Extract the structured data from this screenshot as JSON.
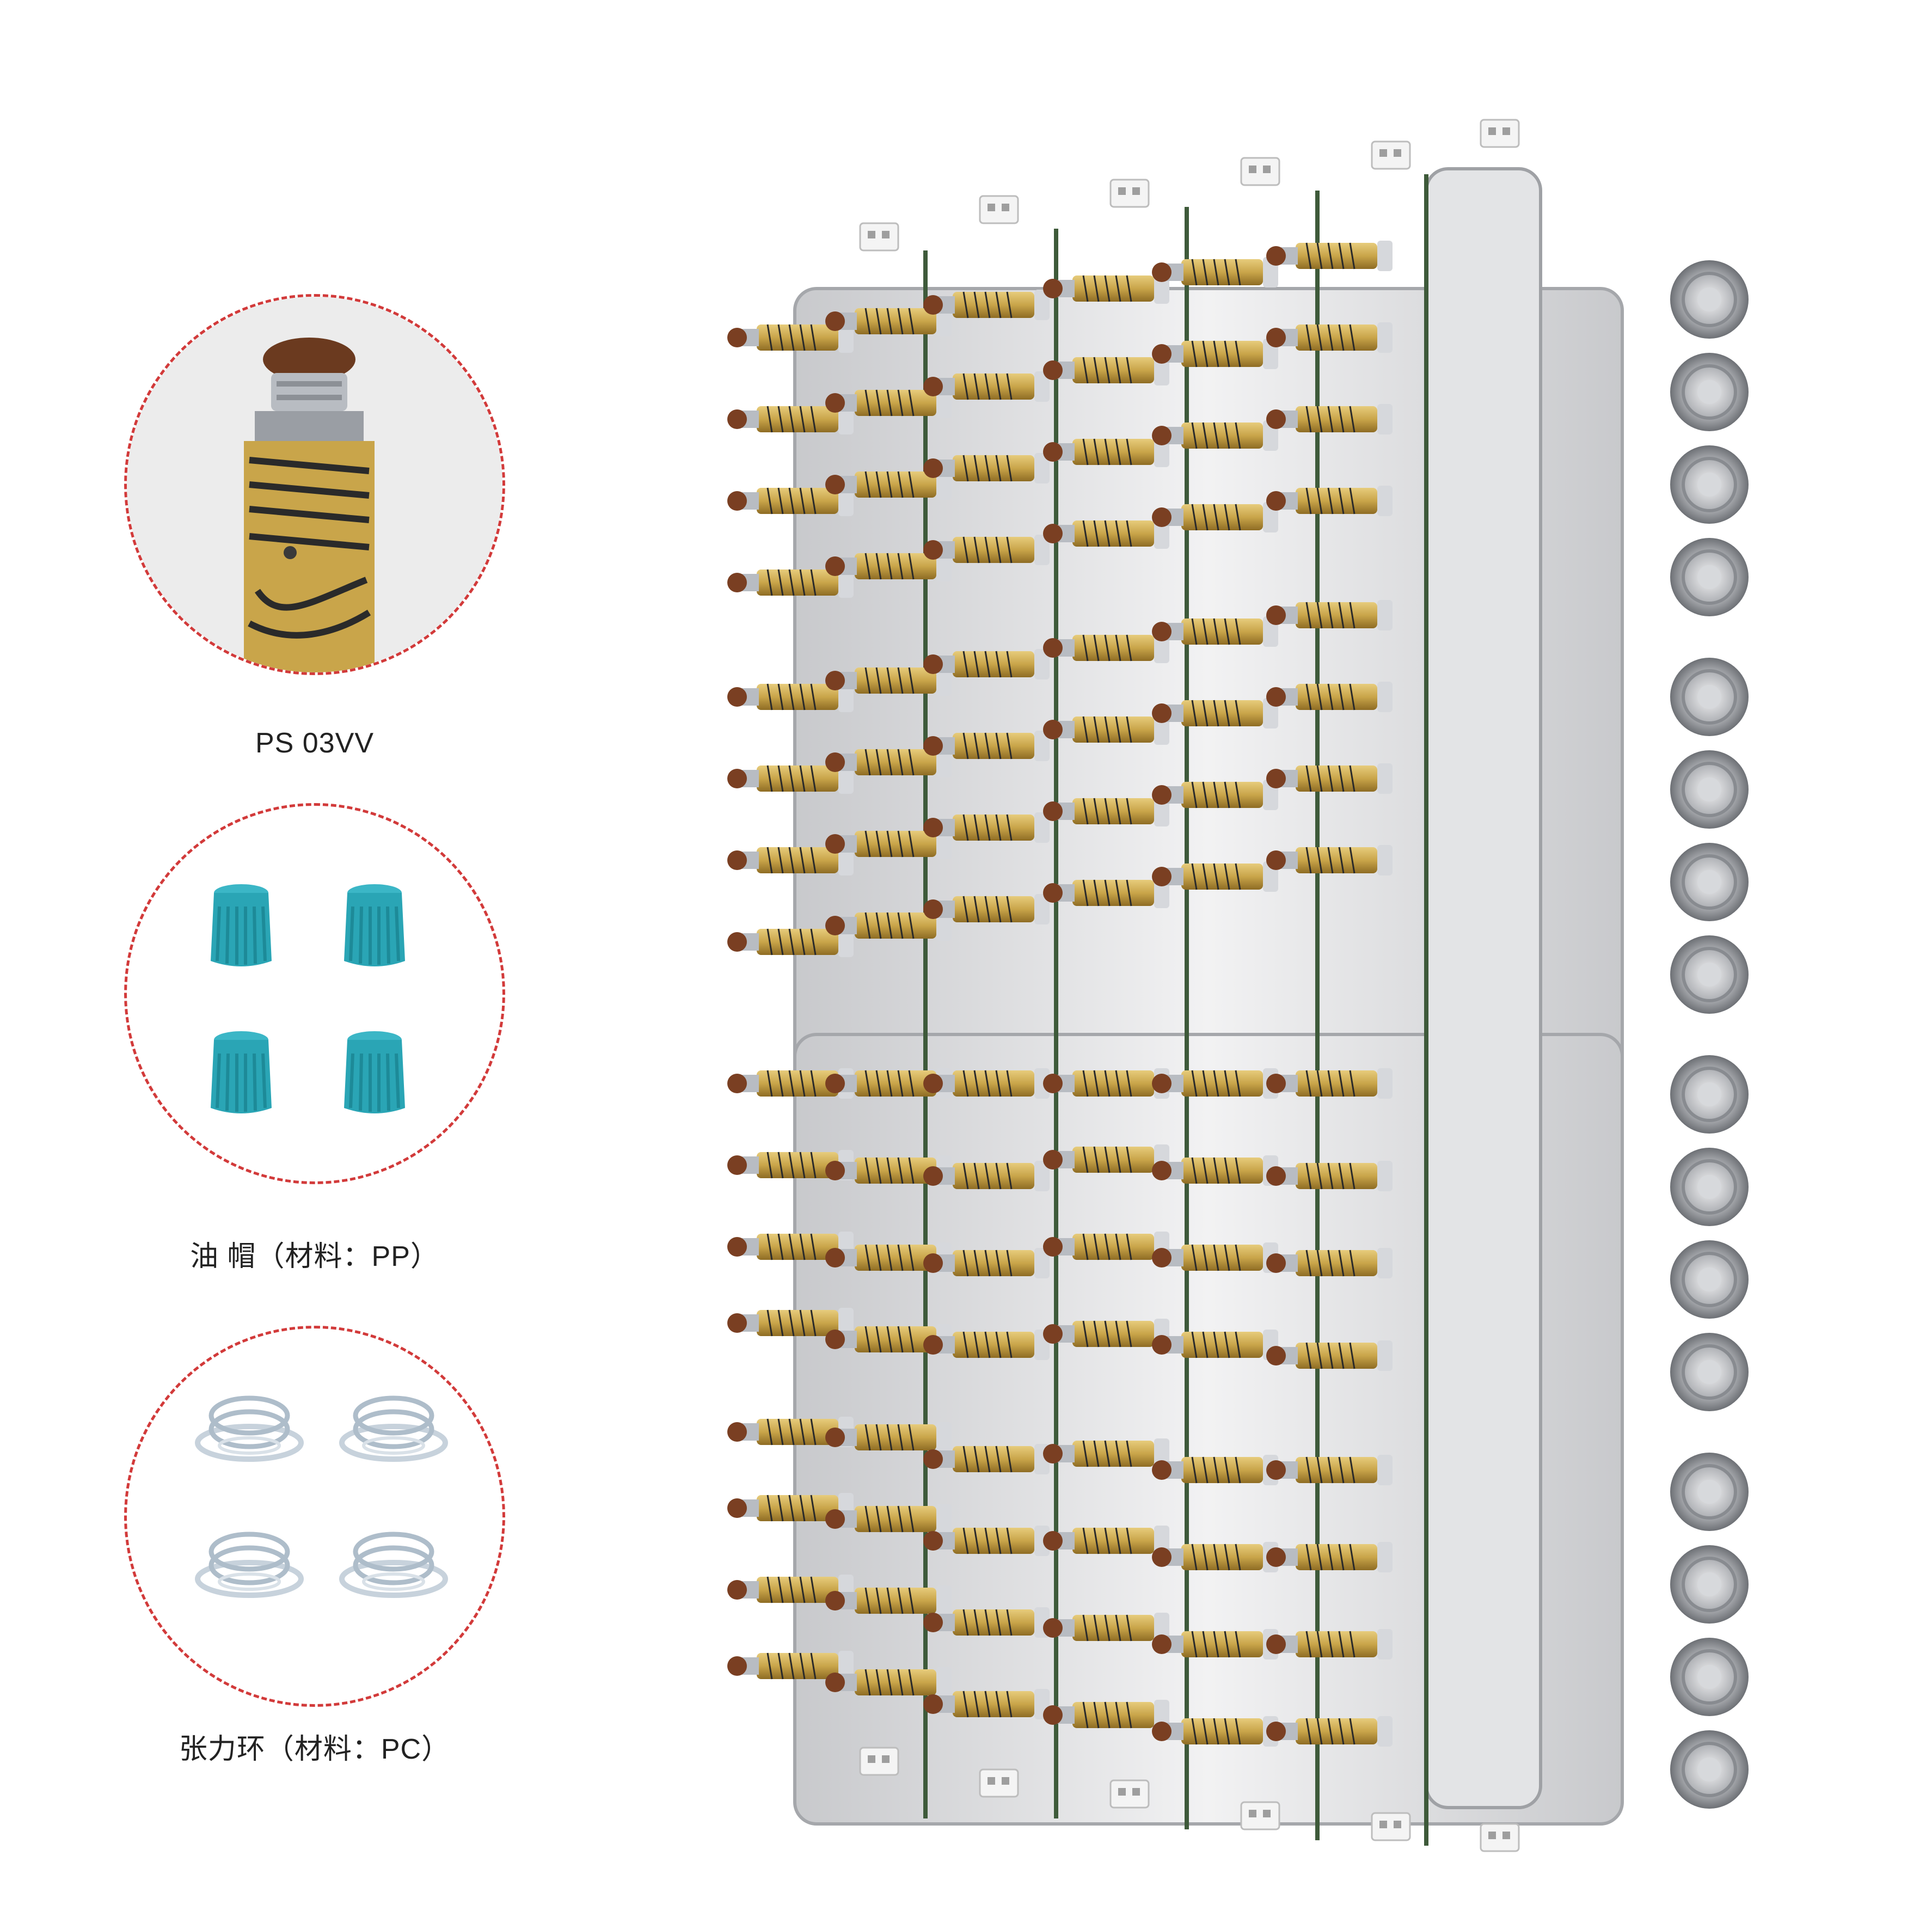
{
  "callouts": [
    {
      "label": "PS 03VV",
      "icon": "spring-probe-icon"
    },
    {
      "label": "油 帽（材料：PP）",
      "icon": "oil-cap-icon"
    },
    {
      "label": "张力环（材料：PC）",
      "icon": "tension-ring-icon"
    }
  ],
  "assembly": {
    "icon": "probe-block-assembly-icon",
    "columns": 6,
    "rows": 16
  },
  "colors": {
    "dashed_border": "#d23a3a",
    "brass": "#c9a54a",
    "cap_teal": "#2aa5b5",
    "probe_tip": "#7a3f22",
    "plate": "#dcdde0"
  }
}
